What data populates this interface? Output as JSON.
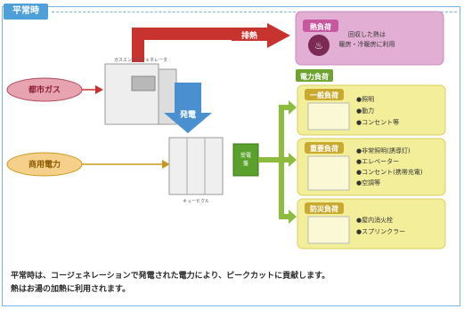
{
  "tag": "平常時",
  "inputs": {
    "gas": "都市ガス",
    "grid": "商用電力"
  },
  "machines": {
    "cogen": "ガスエンジンジェネレータ",
    "panel": "キュービクル",
    "switch": "受電\n盤"
  },
  "arrows": {
    "heat": "排熱",
    "power": "発電"
  },
  "heat_box": {
    "title": "熱負荷",
    "text_line1": "回収した熱は",
    "text_line2": "暖房・冷暖房に利用"
  },
  "elec_label": "電力負荷",
  "loads": [
    {
      "title": "一般負荷",
      "items": [
        "照明",
        "動力",
        "コンセント等"
      ]
    },
    {
      "title": "重要負荷",
      "items": [
        "非常照明(誘導灯)",
        "エレベーター",
        "コンセント(携帯充電)",
        "空調等"
      ]
    },
    {
      "title": "防災負荷",
      "items": [
        "屋内消火栓",
        "スプリンクラー"
      ]
    }
  ],
  "caption_line1": "平常時は、コージェネレーションで発電された電力により、ピークカットに貢献します。",
  "caption_line2": "熱はお湯の加熱に利用されます。",
  "colors": {
    "red": "#c8322f",
    "blue": "#4a8fd0",
    "green": "#8dbb3d",
    "yellow": "#f3ee9a",
    "pink": "#e2aed3",
    "frame": "#79b5e2"
  }
}
